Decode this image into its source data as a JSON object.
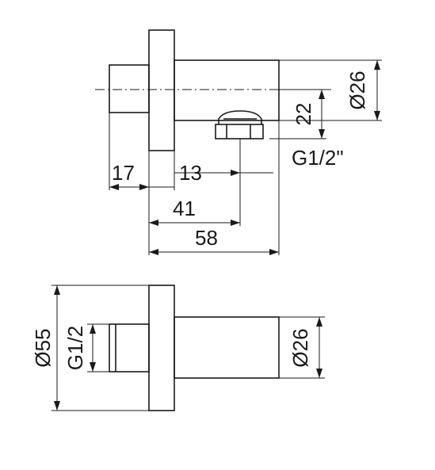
{
  "top_view": {
    "dim_diameter_body": "Ø26",
    "dim_outlet_height": "22",
    "dim_thread_outlet": "G1/2\"",
    "dim_inlet_length": "17",
    "dim_flange_to_outlet": "13",
    "dim_outlet_position": "41",
    "dim_total_length": "58"
  },
  "side_view": {
    "dim_flange_diameter": "Ø55",
    "dim_thread_inlet": "G1/2",
    "dim_diameter_body": "Ø26"
  }
}
